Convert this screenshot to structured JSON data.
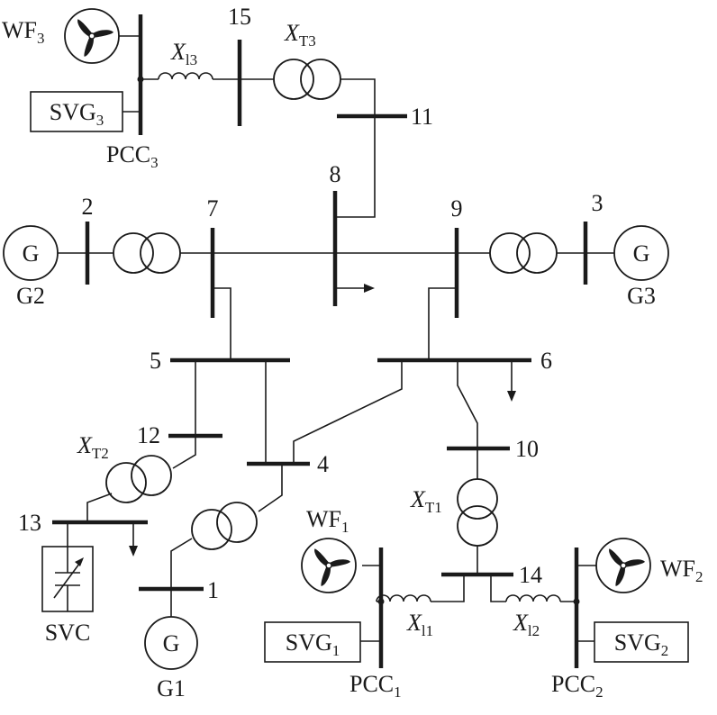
{
  "buses": {
    "b1": "1",
    "b2": "2",
    "b3": "3",
    "b4": "4",
    "b5": "5",
    "b6": "6",
    "b7": "7",
    "b8": "8",
    "b9": "9",
    "b10": "10",
    "b11": "11",
    "b12": "12",
    "b13": "13",
    "b14": "14",
    "b15": "15"
  },
  "generators": {
    "symbol": "G",
    "g1": "G1",
    "g2": "G2",
    "g3": "G3"
  },
  "wind": {
    "wf1": {
      "base": "WF",
      "sub": "1"
    },
    "wf2": {
      "base": "WF",
      "sub": "2"
    },
    "wf3": {
      "base": "WF",
      "sub": "3"
    }
  },
  "svg_devices": {
    "svg1": {
      "base": "SVG",
      "sub": "1"
    },
    "svg2": {
      "base": "SVG",
      "sub": "2"
    },
    "svg3": {
      "base": "SVG",
      "sub": "3"
    }
  },
  "pcc": {
    "pcc1": {
      "base": "PCC",
      "sub": "1"
    },
    "pcc2": {
      "base": "PCC",
      "sub": "2"
    },
    "pcc3": {
      "base": "PCC",
      "sub": "3"
    }
  },
  "reactances": {
    "xl1": {
      "base": "X",
      "sub": "l1"
    },
    "xl2": {
      "base": "X",
      "sub": "l2"
    },
    "xl3": {
      "base": "X",
      "sub": "l3"
    },
    "xt1": {
      "base": "X",
      "sub": "T1"
    },
    "xt2": {
      "base": "X",
      "sub": "T2"
    },
    "xt3": {
      "base": "X",
      "sub": "T3"
    }
  },
  "svc": "SVC"
}
